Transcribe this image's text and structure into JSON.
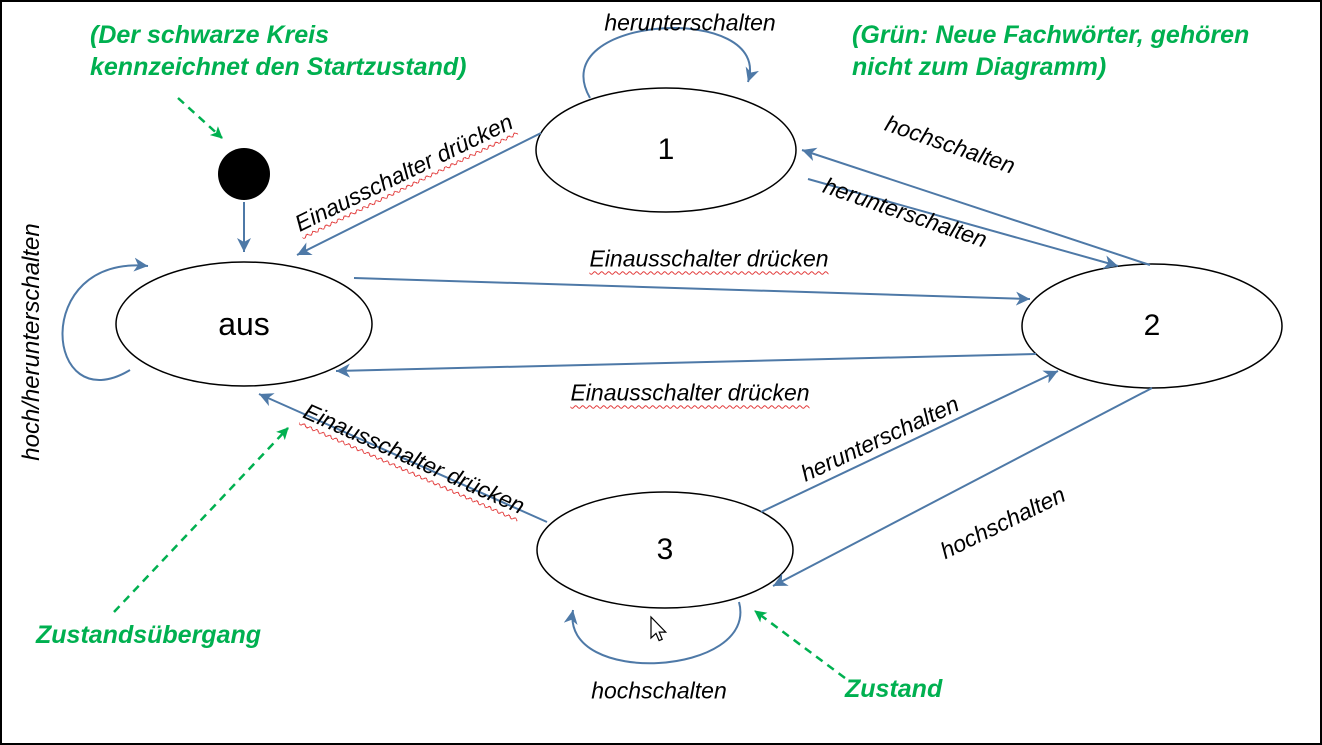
{
  "colors": {
    "accent_blue": "#4e79a7",
    "annotation_green": "#00B050",
    "state_fill": "#ffffff",
    "state_outline": "#000000"
  },
  "states": {
    "aus": "aus",
    "one": "1",
    "two": "2",
    "three": "3"
  },
  "transition_labels": {
    "self_loop_state1": "herunterschalten",
    "self_loop_aus": "hoch/herunterschalten",
    "self_loop_state3": "hochschalten",
    "power_1_to_aus": "Einausschalter drücken",
    "power_aus_to_2": "Einausschalter drücken",
    "power_2_to_aus": "Einausschalter drücken",
    "power_3_to_aus": "Einausschalter drücken",
    "up_between_1_2": "hochschalten",
    "down_between_1_2": "herunterschalten",
    "down_between_2_3": "herunterschalten",
    "up_between_2_3": "hochschalten"
  },
  "annotations": {
    "start_note_line1": "(Der schwarze Kreis",
    "start_note_line2": "kennzeichnet den Startzustand)",
    "legend_note_line1": "(Grün: Neue Fachwörter, gehören",
    "legend_note_line2": "nicht zum Diagramm)",
    "transition_callout": "Zustandsübergang",
    "state_callout": "Zustand"
  }
}
